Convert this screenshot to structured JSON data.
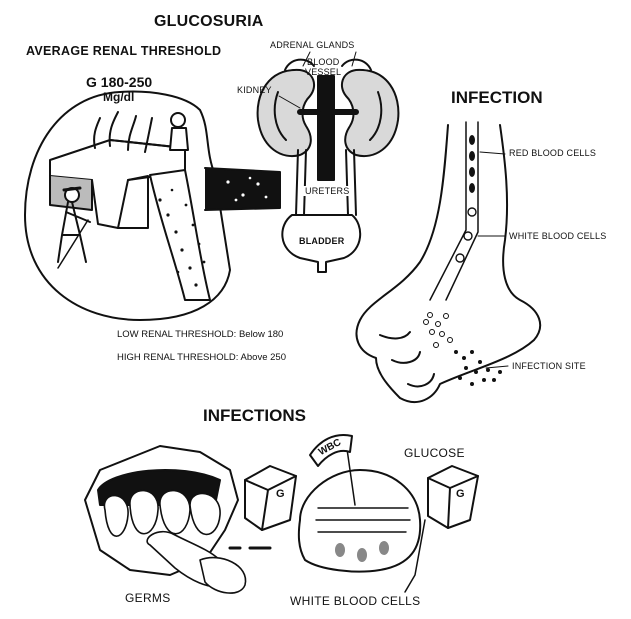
{
  "glucosuria": {
    "title": "GLUCOSURIA",
    "subtitle": "AVERAGE RENAL THRESHOLD",
    "range_line1": "G 180-250",
    "range_line2": "Mg/dl",
    "low_threshold_label": "LOW RENAL THRESHOLD:",
    "low_threshold_value": "Below 180",
    "high_threshold_label": "HIGH RENAL THRESHOLD:",
    "high_threshold_value": "Above 250"
  },
  "kidney_diagram": {
    "adrenal_glands": "ADRENAL GLANDS",
    "blood_vessel_line1": "BLOOD",
    "blood_vessel_line2": "VESSEL",
    "kidney": "KIDNEY",
    "ureters": "URETERS",
    "bladder": "BLADDER"
  },
  "infection": {
    "title": "INFECTION",
    "red_blood_cells": "RED BLOOD CELLS",
    "white_blood_cells": "WHITE BLOOD CELLS",
    "infection_site": "INFECTION SITE"
  },
  "infections": {
    "title": "INFECTIONS",
    "glucose": "GLUCOSE",
    "germs": "GERMS",
    "white_blood_cells": "WHITE BLOOD CELLS",
    "banner_text": "WBC",
    "cube_letter": "G"
  }
}
